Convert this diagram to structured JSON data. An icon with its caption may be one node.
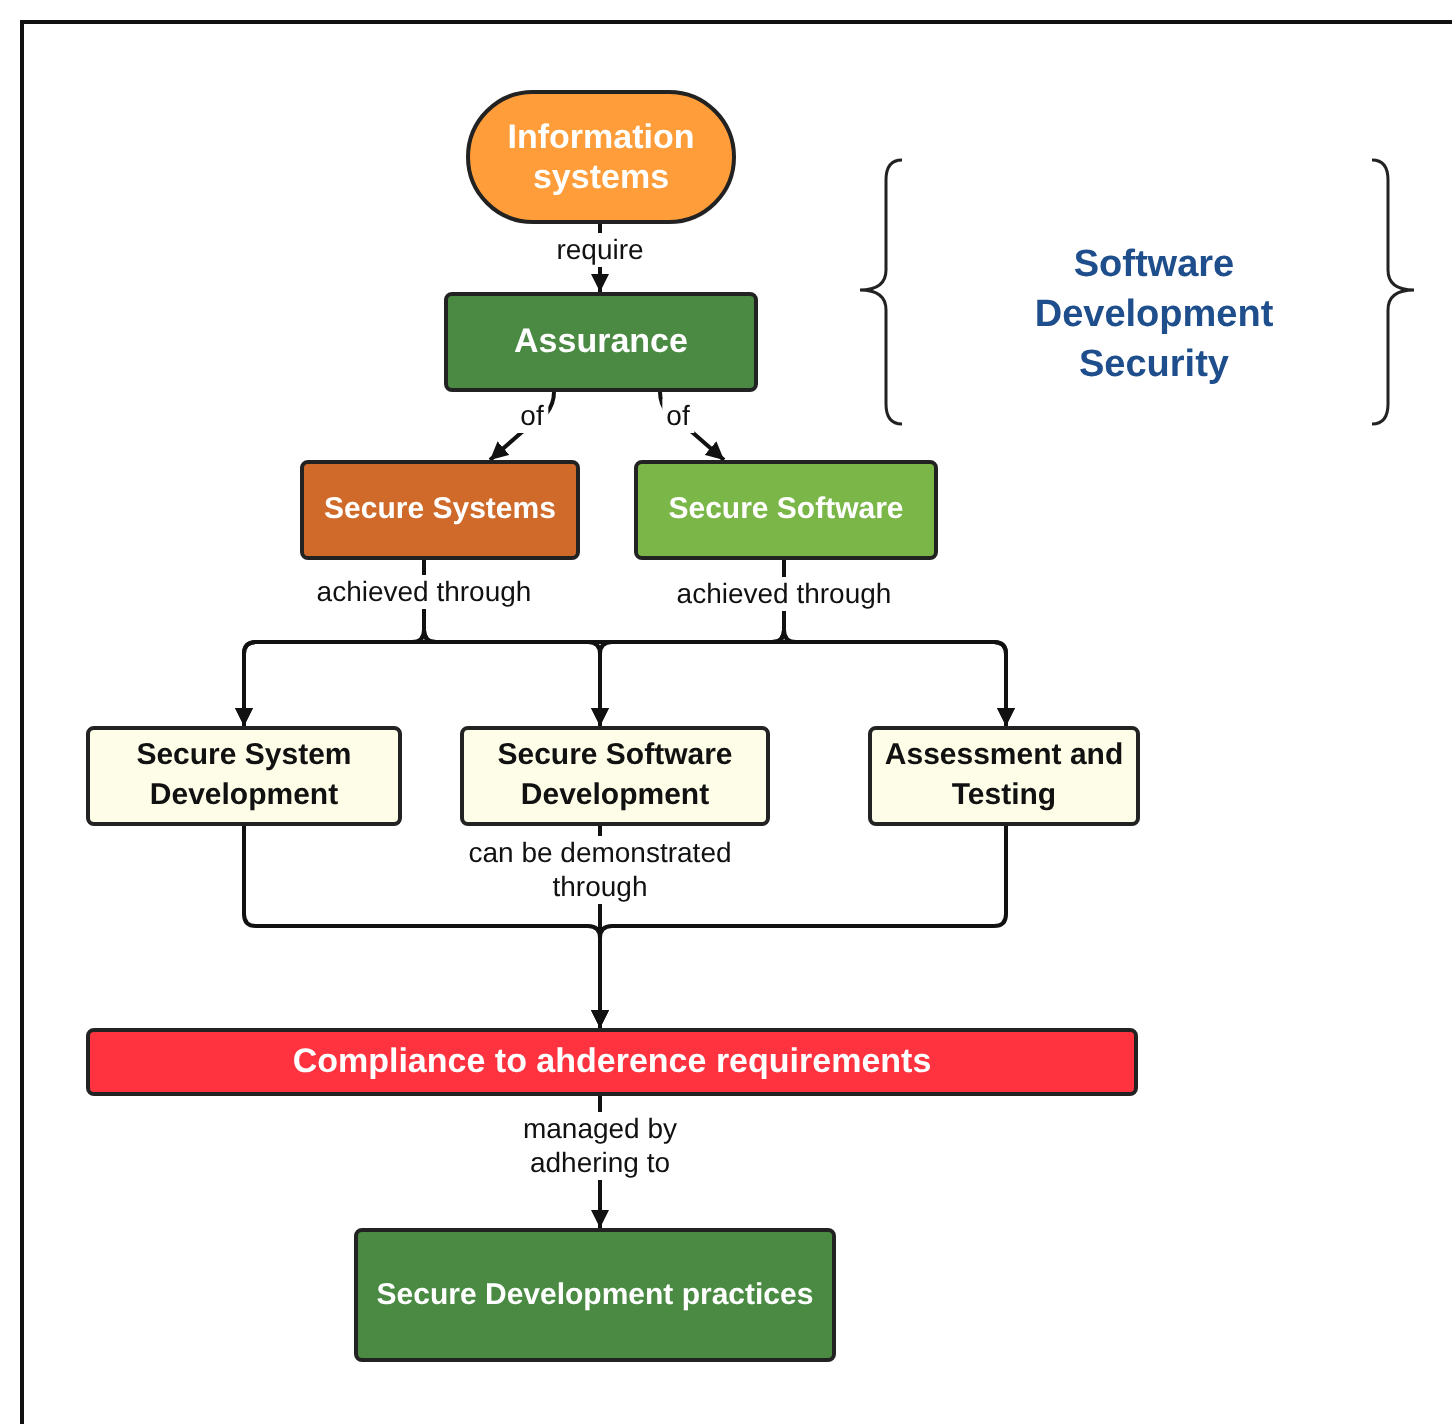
{
  "diagram": {
    "nodes": [
      {
        "text": [
          "Information systems"
        ]
      },
      {
        "text": [
          "Assurance"
        ]
      },
      {
        "text": [
          "Secure Systems"
        ]
      },
      {
        "text": [
          "Secure Software"
        ]
      },
      {
        "text": [
          "Secure System Development"
        ]
      },
      {
        "text": [
          "Secure Software Development"
        ]
      },
      {
        "text": [
          "Assessment and Testing"
        ]
      },
      {
        "text": [
          "Compliance to ahderence requirements"
        ]
      },
      {
        "text": [
          "Secure Development practices"
        ]
      }
    ],
    "edges": [
      {
        "from": 0,
        "to": 1,
        "arrow": "to",
        "label": "require"
      },
      {
        "from": 1,
        "to": 2,
        "arrow": "to",
        "label": "of"
      },
      {
        "from": 1,
        "to": 3,
        "arrow": "to",
        "label": "of"
      },
      {
        "from": 2,
        "to": 4,
        "arrow": "to",
        "label": "achieved through"
      },
      {
        "from": 2,
        "to": 5,
        "arrow": "to"
      },
      {
        "from": 2,
        "to": 6,
        "arrow": "to"
      },
      {
        "from": 3,
        "to": 4,
        "arrow": "to"
      },
      {
        "from": 3,
        "to": 5,
        "arrow": "to"
      },
      {
        "from": 3,
        "to": 6,
        "arrow": "to",
        "label": "achieved through"
      },
      {
        "from": 4,
        "to": 7,
        "arrow": "to"
      },
      {
        "from": 5,
        "to": 7,
        "arrow": "to",
        "label": "can be demonstrated through"
      },
      {
        "from": 6,
        "to": 7,
        "arrow": "to"
      },
      {
        "from": 7,
        "to": 8,
        "arrow": "to",
        "label": "managed by adhering to"
      }
    ],
    "labels": [
      "Software Development Security"
    ]
  }
}
